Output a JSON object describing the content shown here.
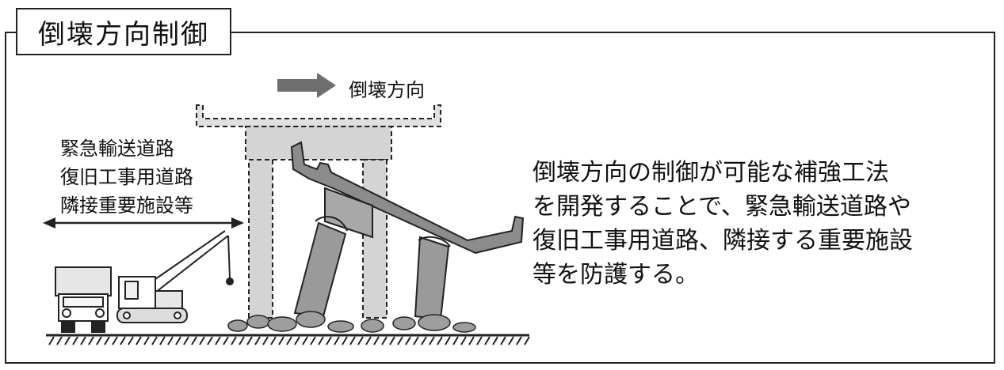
{
  "title": "倒壊方向制御",
  "direction_label": "倒壊方向",
  "route_label": [
    "緊急輸送道路",
    "復旧工事用道路",
    "隣接重要施設等"
  ],
  "description": [
    "倒壊方向の制御が可能な補強工法",
    "を開発することで、緊急輸送道路や",
    "復旧工事用道路、隣接する重要施設",
    "等を防護する。"
  ],
  "colors": {
    "arrow": "#6e6e6e",
    "pier_fill": "#d4d4d4",
    "fallen_fill": "#9a9a9a",
    "line": "#222222"
  }
}
